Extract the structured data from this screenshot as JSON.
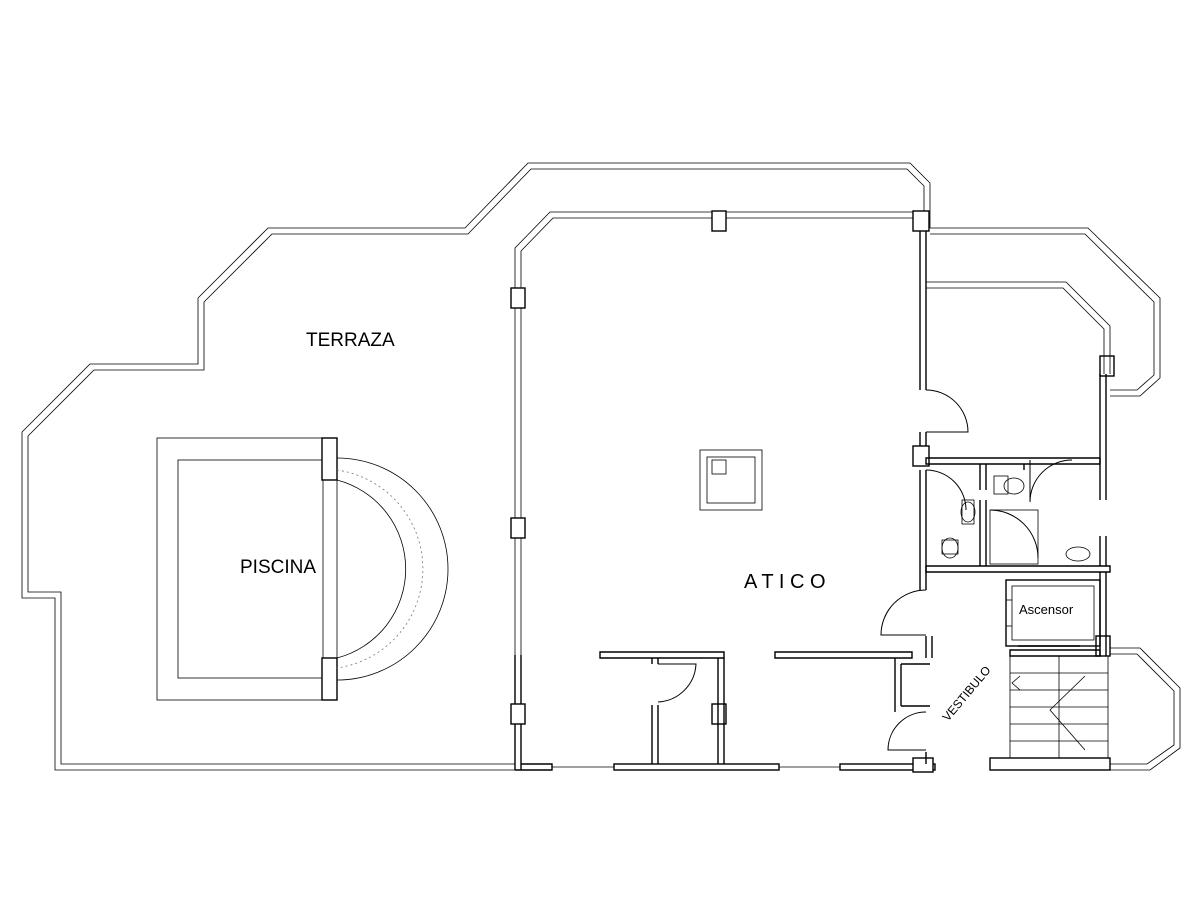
{
  "plan": {
    "labels": {
      "terraza": "TERRAZA",
      "piscina": "PISCINA",
      "atico": "A T I C O",
      "ascensor": "Ascensor",
      "vestibulo": "VESTIBULO"
    }
  }
}
